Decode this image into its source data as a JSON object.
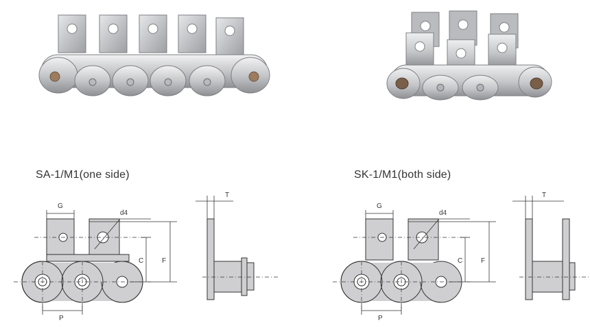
{
  "products": [
    {
      "title": "SA-1/M1(one side)",
      "dims": {
        "g": "G",
        "d4": "d4",
        "c": "C",
        "f": "F",
        "p": "P",
        "t": "T"
      }
    },
    {
      "title": "SK-1/M1(both side)",
      "dims": {
        "g": "G",
        "d4": "d4",
        "c": "C",
        "f": "F",
        "p": "P",
        "t": "T"
      }
    }
  ],
  "colors": {
    "metal": "#d7d8da",
    "metal_dark": "#8a8c90",
    "drawing_fill": "#cfcfd1",
    "line": "#333333"
  }
}
